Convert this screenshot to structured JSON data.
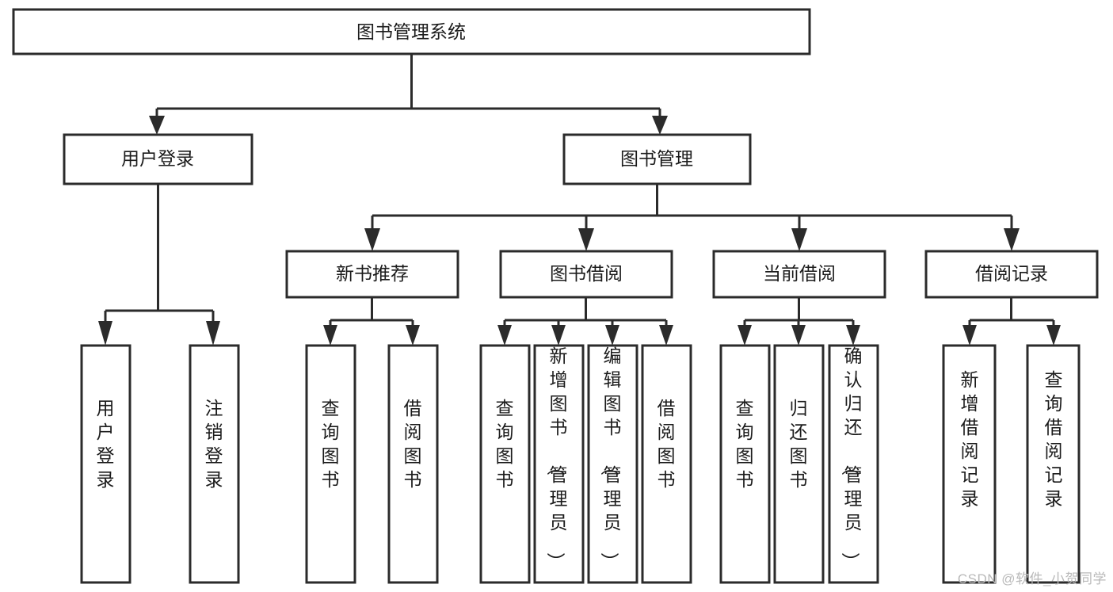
{
  "diagram": {
    "title": "图书管理系统",
    "type": "tree-hierarchy-diagram",
    "orientation": "top-down",
    "colors": {
      "box_stroke": "#2b2b2b",
      "box_fill": "#ffffff",
      "connector": "#2b2b2b",
      "text": "#1b1b1b",
      "background": "#ffffff",
      "watermark": "#b9b9b9"
    },
    "root": {
      "id": "root",
      "label": "图书管理系统"
    },
    "level1": [
      {
        "id": "user-login",
        "label": "用户登录"
      },
      {
        "id": "book-management",
        "label": "图书管理"
      }
    ],
    "level2": [
      {
        "id": "new-book-recommend",
        "label": "新书推荐",
        "parent": "book-management"
      },
      {
        "id": "book-borrow",
        "label": "图书借阅",
        "parent": "book-management"
      },
      {
        "id": "current-borrow",
        "label": "当前借阅",
        "parent": "book-management"
      },
      {
        "id": "borrow-record",
        "label": "借阅记录",
        "parent": "book-management"
      }
    ],
    "leaves": [
      {
        "id": "leaf-user-login",
        "label": "用户登录",
        "parent": "user-login"
      },
      {
        "id": "leaf-logout-login",
        "label": "注销登录",
        "parent": "user-login"
      },
      {
        "id": "leaf-query-book-1",
        "label": "查询图书",
        "parent": "new-book-recommend"
      },
      {
        "id": "leaf-borrow-book-1",
        "label": "借阅图书",
        "parent": "new-book-recommend"
      },
      {
        "id": "leaf-query-book-2",
        "label": "查询图书",
        "parent": "book-borrow"
      },
      {
        "id": "leaf-add-book",
        "label": "新增图书（管理员）",
        "parent": "book-borrow"
      },
      {
        "id": "leaf-edit-book",
        "label": "编辑图书（管理员）",
        "parent": "book-borrow"
      },
      {
        "id": "leaf-borrow-book-2",
        "label": "借阅图书",
        "parent": "book-borrow"
      },
      {
        "id": "leaf-query-book-3",
        "label": "查询图书",
        "parent": "current-borrow"
      },
      {
        "id": "leaf-return-book",
        "label": "归还图书",
        "parent": "current-borrow"
      },
      {
        "id": "leaf-confirm-return",
        "label": "确认归还（管理员）",
        "parent": "current-borrow"
      },
      {
        "id": "leaf-add-record",
        "label": "新增借阅记录",
        "parent": "borrow-record"
      },
      {
        "id": "leaf-query-record",
        "label": "查询借阅记录",
        "parent": "borrow-record"
      }
    ]
  },
  "watermark": {
    "text": "CSDN @软件_小贺同学"
  }
}
